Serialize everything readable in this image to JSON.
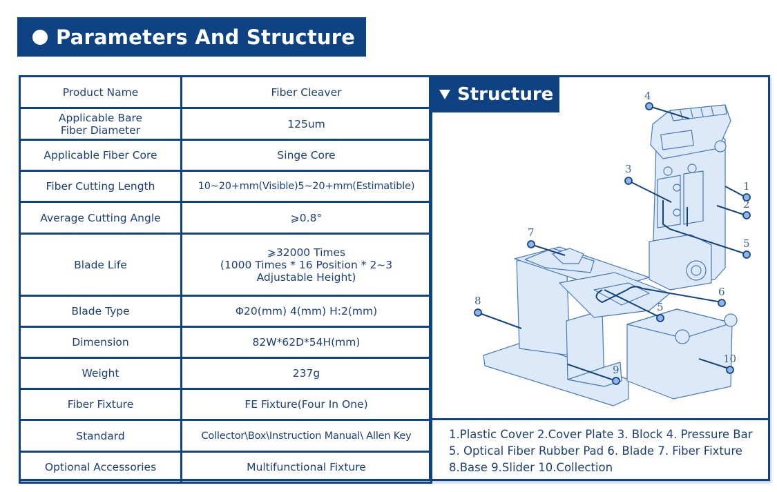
{
  "section_title": "Parameters And Structure",
  "parameters": [
    {
      "label": "Product Name",
      "value": "Fiber Cleaver"
    },
    {
      "label": "Applicable Bare\nFiber Diameter",
      "value": "125um"
    },
    {
      "label": "Applicable Fiber Core",
      "value": "Singe Core"
    },
    {
      "label": "Fiber Cutting Length",
      "value": "10~20+mm(Visible)5~20+mm(Estimatible)"
    },
    {
      "label": "Average Cutting Angle",
      "value": "⩾0.8°"
    },
    {
      "label": "Blade Life",
      "value": "⩾32000 Times\n(1000 Times * 16 Position * 2~3\nAdjustable Height)"
    },
    {
      "label": "Blade Type",
      "value": "Φ20(mm) 4(mm) H:2(mm)"
    },
    {
      "label": "Dimension",
      "value": "82W*62D*54H(mm)"
    },
    {
      "label": "Weight",
      "value": "237g"
    },
    {
      "label": "Fiber Fixture",
      "value": "FE Fixture(Four In One)"
    },
    {
      "label": "Standard",
      "value": "Collector\\Box\\Instruction Manual\\ Allen Key"
    },
    {
      "label": "Optional Accessories",
      "value": "Multifunctional Fixture"
    }
  ],
  "structure": {
    "title": "Structure",
    "callouts": [
      "1",
      "2",
      "3",
      "4",
      "5",
      "6",
      "7",
      "8",
      "9",
      "10"
    ],
    "legend_lines": [
      "1.Plastic Cover 2.Cover Plate 3. Block 4. Pressure Bar",
      "5. Optical Fiber Rubber Pad 6. Blade 7. Fiber Fixture",
      "8.Base 9.Slider 10.Collection"
    ]
  },
  "colors": {
    "brand_blue": "#0f4282",
    "text_blue": "#1a3f7a",
    "illustration_fill": "#dce9f8",
    "illustration_stroke": "#4a78b8",
    "callout_dot": "#8fb6ea"
  }
}
